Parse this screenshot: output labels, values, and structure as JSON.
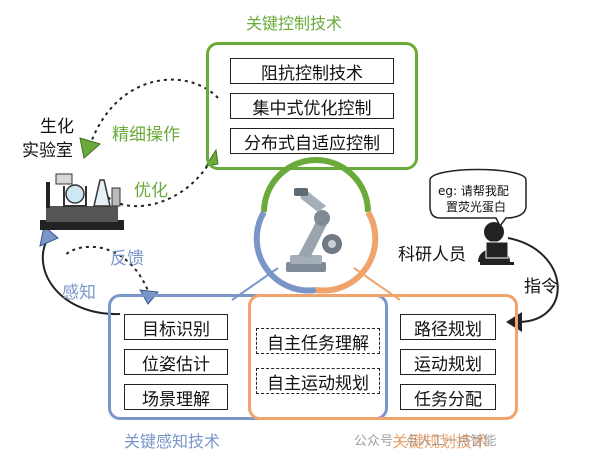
{
  "control": {
    "title": "关键控制技术",
    "items": [
      "阻抗控制技术",
      "集中式优化控制",
      "分布式自适应控制"
    ]
  },
  "perception": {
    "title": "关键感知技术",
    "items": [
      "目标识别",
      "位姿估计",
      "场景理解"
    ]
  },
  "planning": {
    "title": "关键规划技术",
    "items": [
      "路径规划",
      "运动规划",
      "任务分配"
    ]
  },
  "center": {
    "items": [
      "自主任务理解",
      "自主运动规划"
    ]
  },
  "lab": {
    "label_line1": "生化",
    "label_line2": "实验室",
    "fine_op": "精细操作",
    "optimize": "优化",
    "feedback": "反馈",
    "sense": "感知"
  },
  "researcher": {
    "label": "科研人员",
    "bubble_line1": "eg: 请帮我配",
    "bubble_line2": "置荧光蛋白",
    "command": "指令"
  },
  "watermark": "公众号 · 点人工一点智能",
  "colors": {
    "green": "#6aaa3a",
    "blue": "#7a96c8",
    "orange": "#f0a46c",
    "dark": "#222222"
  }
}
